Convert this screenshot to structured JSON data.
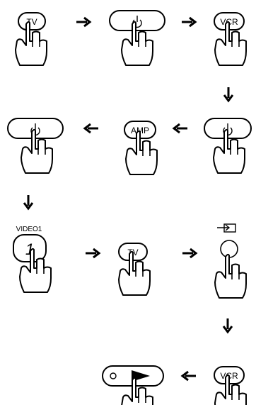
{
  "diagram": {
    "ink_color": "#000000",
    "background": "#ffffff",
    "steps": [
      {
        "id": "s1",
        "button": "TV",
        "kind": "pill-small"
      },
      {
        "id": "s2",
        "button": "power-icon",
        "kind": "pill-wide"
      },
      {
        "id": "s3",
        "button": "VCR",
        "kind": "pill-small"
      },
      {
        "id": "s4",
        "button": "power-icon",
        "kind": "pill-wide"
      },
      {
        "id": "s5",
        "button": "AMP",
        "kind": "pill-small"
      },
      {
        "id": "s6",
        "button": "power-icon",
        "kind": "pill-wide"
      },
      {
        "id": "s7",
        "button": "1",
        "top_label": "VIDEO1",
        "kind": "rounded-square"
      },
      {
        "id": "s8",
        "button": "TV",
        "kind": "pill-small"
      },
      {
        "id": "s9",
        "button": "circle",
        "top_label": "input-icon",
        "kind": "circle"
      },
      {
        "id": "s10",
        "button": "VCR",
        "kind": "pill-small"
      },
      {
        "id": "s11",
        "button": "play-icon",
        "kind": "pill-wide"
      }
    ],
    "arrows": [
      "right",
      "right",
      "down",
      "left",
      "left",
      "down",
      "right",
      "right",
      "down",
      "left"
    ]
  }
}
